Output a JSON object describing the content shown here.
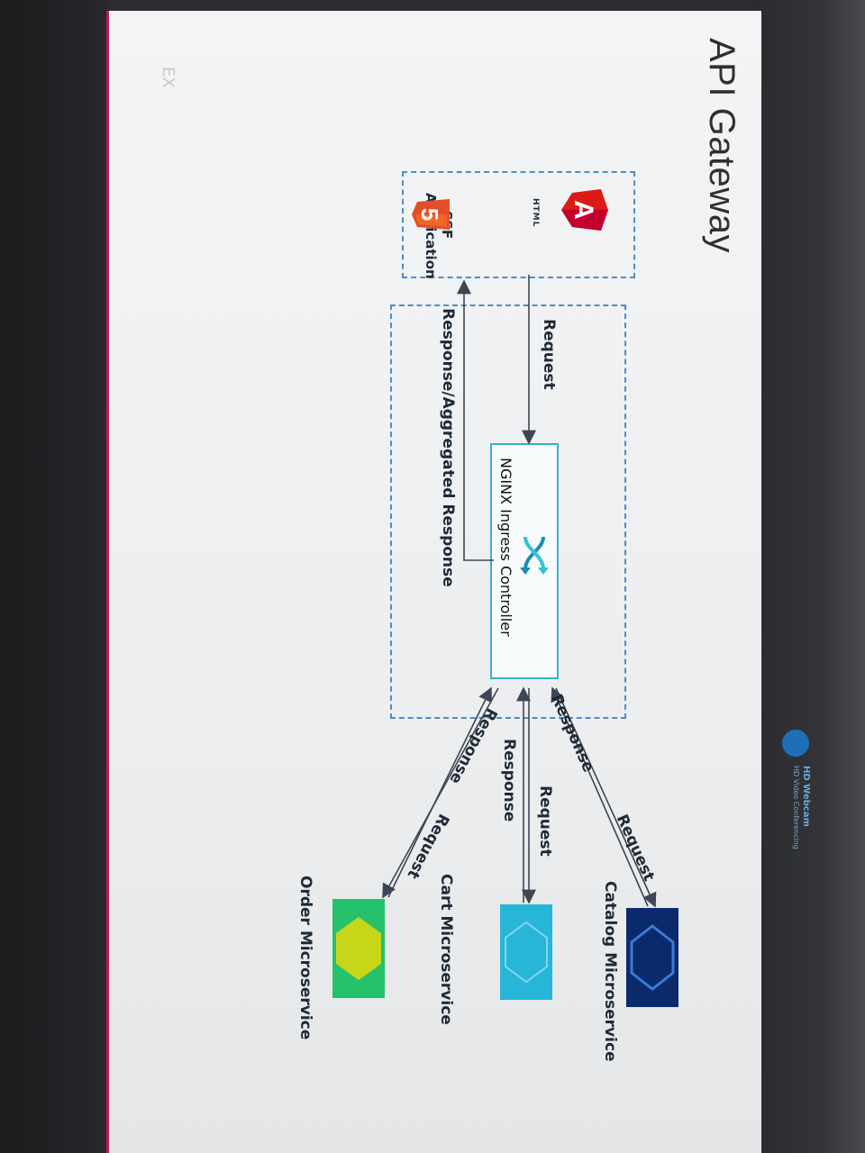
{
  "title": "API Gateway",
  "client": {
    "app_label_line1": "SSF",
    "app_label_line2": "Application",
    "angular_letter": "A",
    "html_badge_text": "HTML",
    "html_badge_number": "5"
  },
  "gateway": {
    "label": "NGINX Ingress Controller",
    "icon": "shuffle-icon"
  },
  "edges": {
    "client_request": "Request",
    "client_response": "Response/Aggregated Response",
    "catalog_request": "Request",
    "catalog_response": "Response",
    "cart_request": "Request",
    "cart_response": "Response",
    "order_request": "Request",
    "order_response": "Response"
  },
  "services": [
    {
      "name": "Catalog Microservice",
      "color": "#0b2a6b",
      "accent": "#3a7bd5",
      "icon": "hexagon-icon"
    },
    {
      "name": "Cart Microservice",
      "color": "#27b6d8",
      "accent": "#7fd8ee",
      "icon": "hexagon-icon"
    },
    {
      "name": "Order Microservice",
      "color": "#25c26b",
      "accent": "#c8d61a",
      "icon": "hexagon-icon"
    }
  ],
  "webcam": {
    "title": "HD Webcam",
    "subtitle": "HD Video Conferencing"
  },
  "footer_logo": "EX",
  "colors": {
    "angular_red": "#dd1b16",
    "html5_orange": "#e44d26",
    "dash_blue": "#4b8ec9",
    "gateway_border": "#3ab0c4",
    "arrow": "#3d4654"
  }
}
